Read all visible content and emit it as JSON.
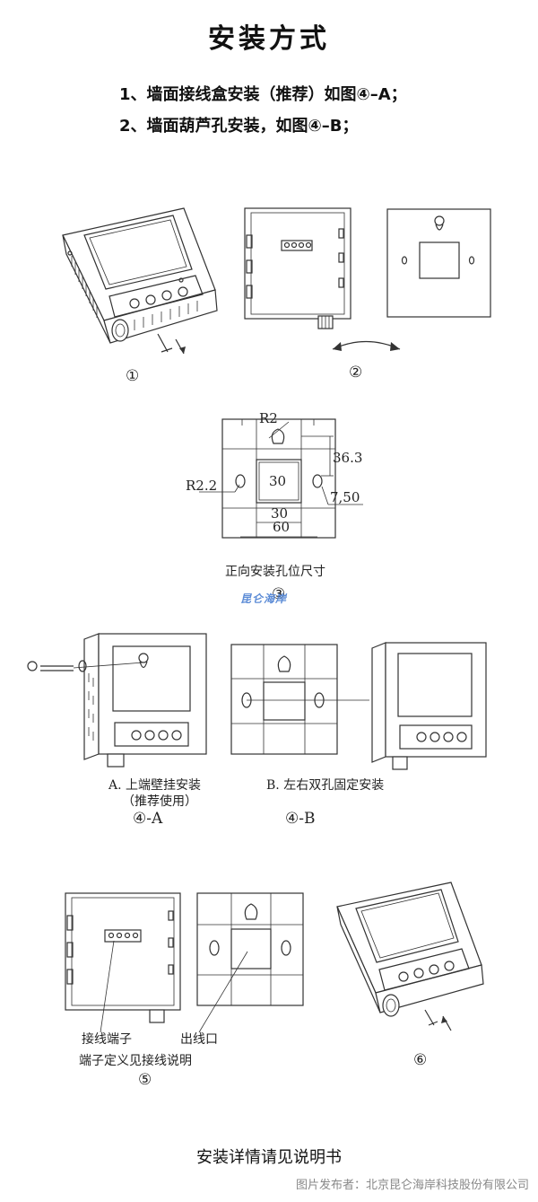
{
  "title": "安装方式",
  "steps": [
    "1、墙面接线盒安装（推荐）如图④–A；",
    "2、墙面葫芦孔安装，如图④–B；"
  ],
  "figure_labels": {
    "fig1": "①",
    "fig2": "②",
    "fig3": "③",
    "fig4a": "④-A",
    "fig4b": "④-B",
    "fig5": "⑤",
    "fig6": "⑥"
  },
  "dimensions": {
    "r2": "R2",
    "r22": "R2.2",
    "d363": "36.3",
    "d30a": "30",
    "d30b": "30",
    "d60": "60",
    "d750": "7,50",
    "caption": "正向安装孔位尺寸"
  },
  "logo_text": "昆仑海岸",
  "captions": {
    "a_line1": "A. 上端壁挂安装",
    "a_line2": "（推荐使用）",
    "b_line1": "B. 左右双孔固定安装",
    "terminal": "接线端子",
    "outlet": "出线口",
    "terminal_note": "端子定义见接线说明"
  },
  "footer": "安装详情请见说明书",
  "credit": "图片发布者：北京昆仑海岸科技股份有限公司"
}
